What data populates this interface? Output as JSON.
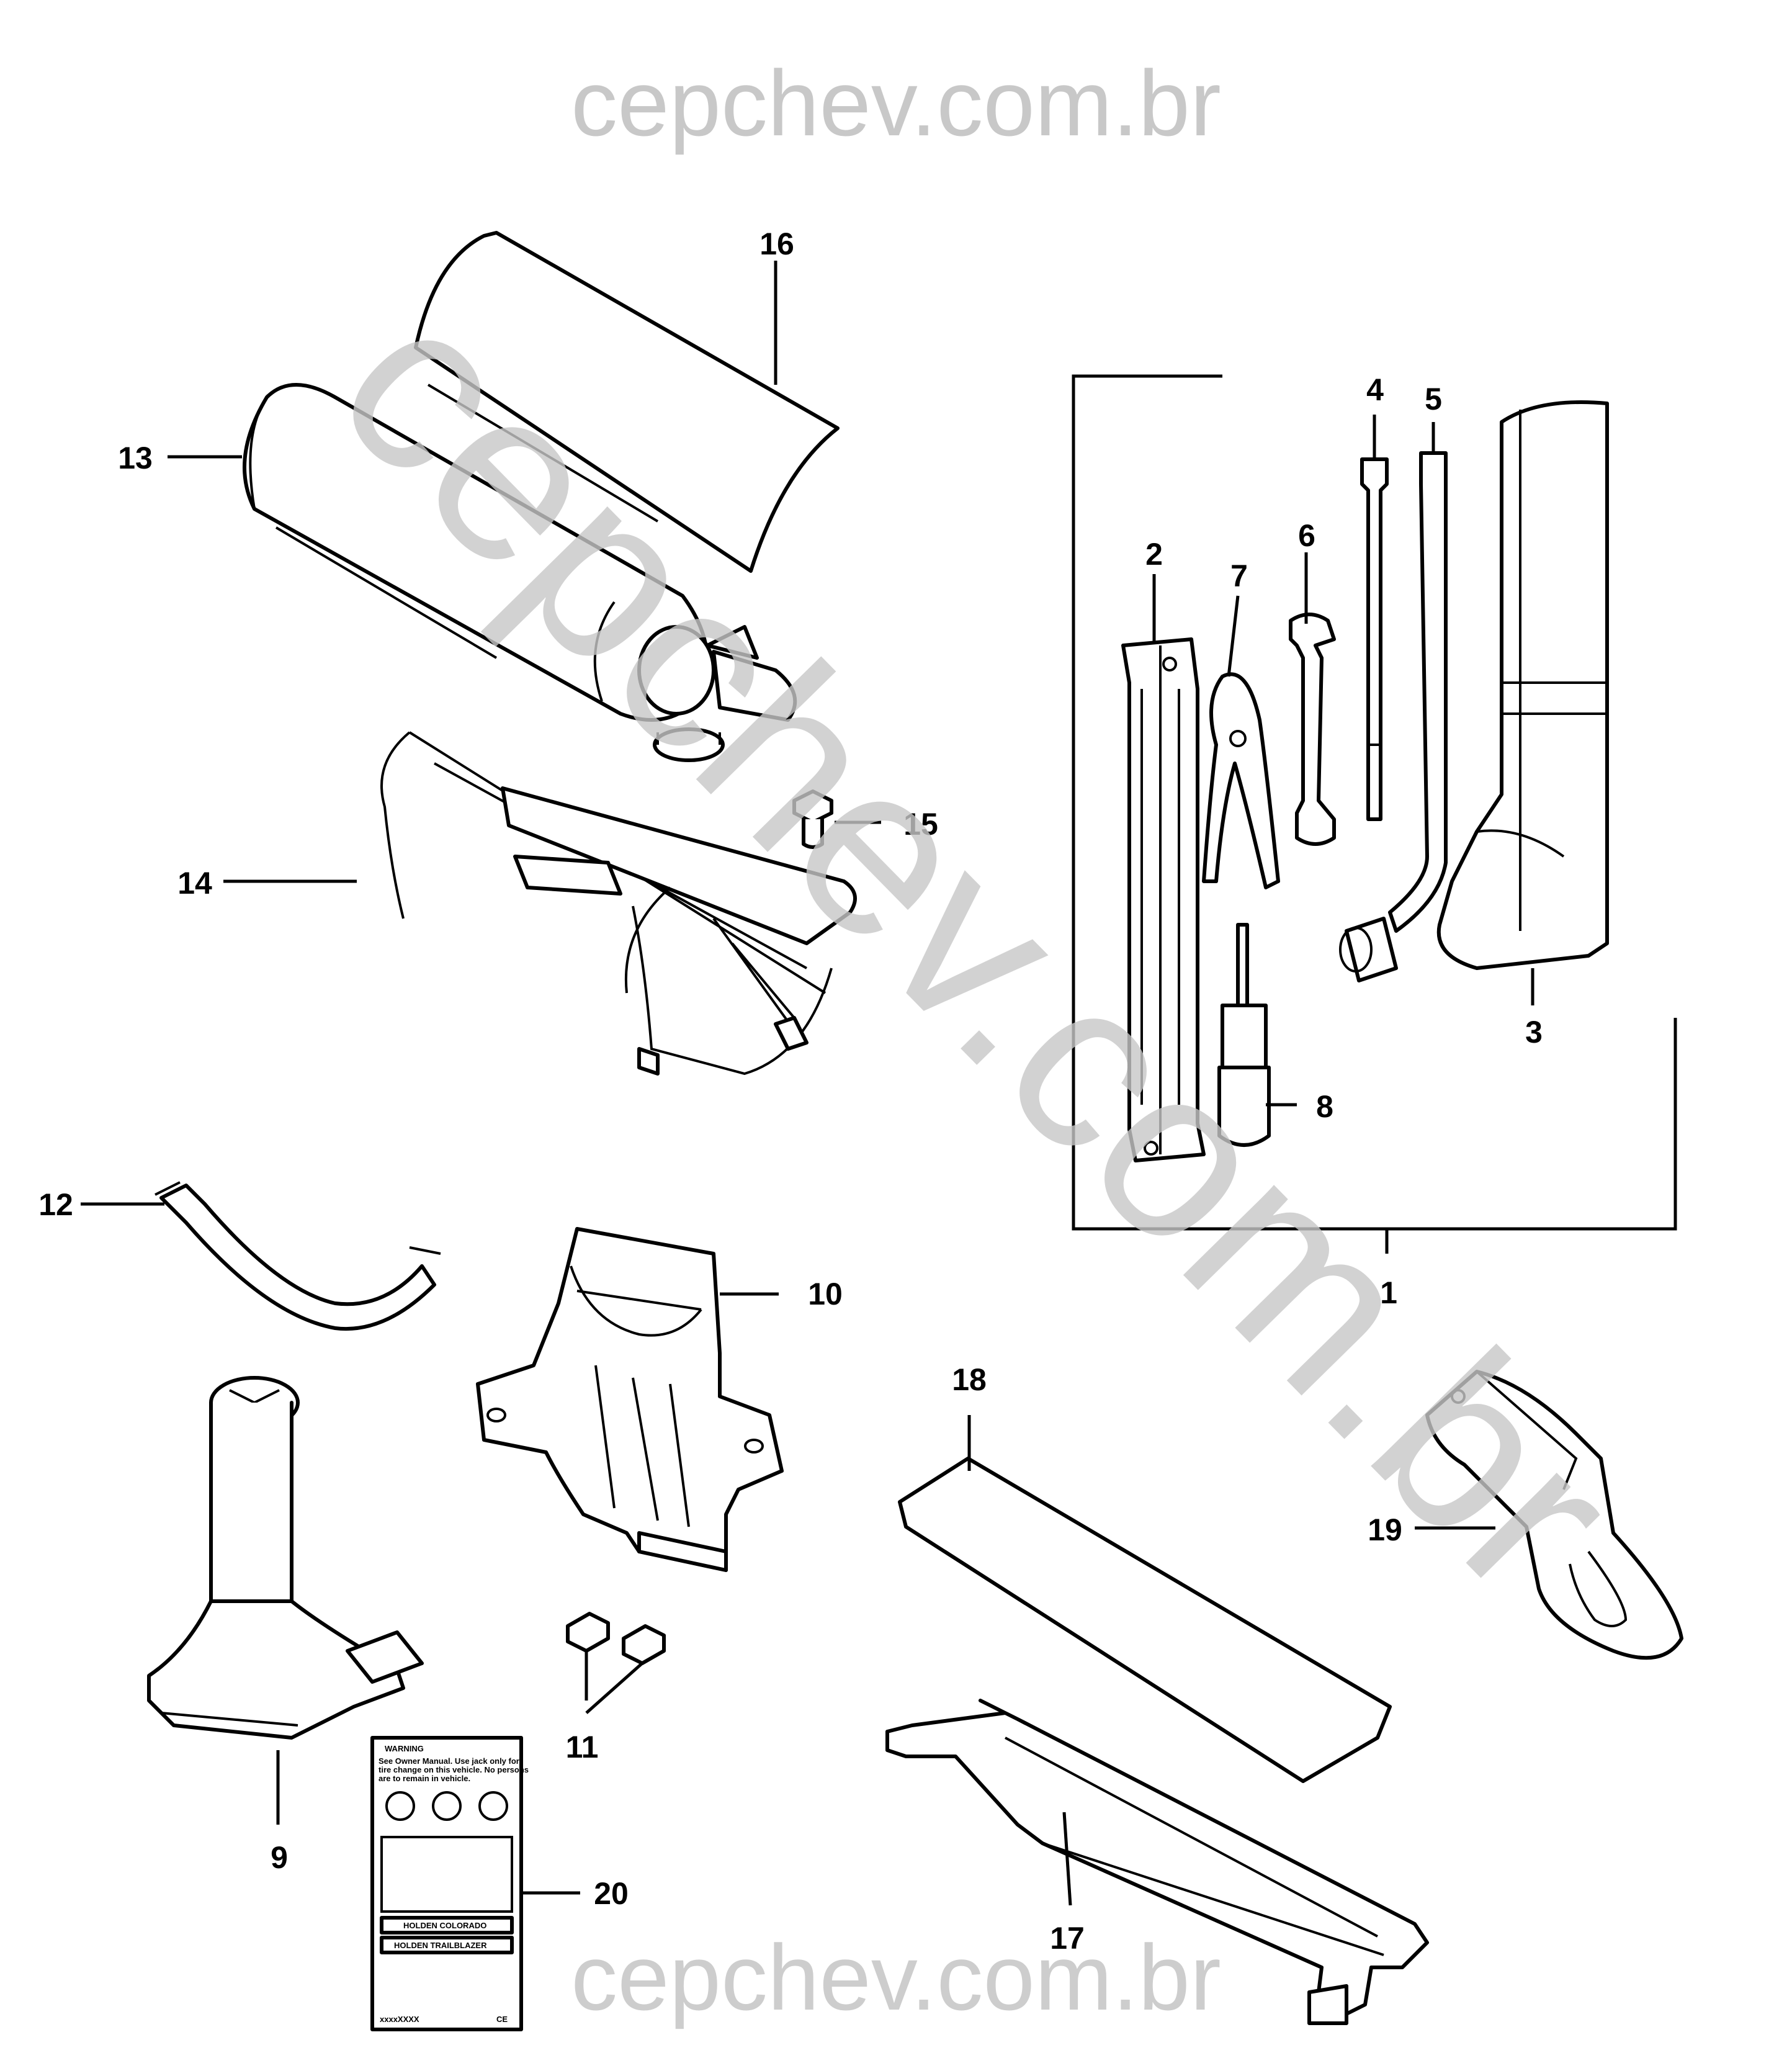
{
  "watermark": {
    "top": "cepchev.com.br",
    "diagonal": "cepchev.com.br",
    "bottom": "cepchev.com.br"
  },
  "callouts": {
    "c1": "1",
    "c2": "2",
    "c3": "3",
    "c4": "4",
    "c5": "5",
    "c6": "6",
    "c7": "7",
    "c8": "8",
    "c9": "9",
    "c10": "10",
    "c11": "11",
    "c12": "12",
    "c13": "13",
    "c14": "14",
    "c15": "15",
    "c16": "16",
    "c17": "17",
    "c18": "18",
    "c19": "19",
    "c20": "20"
  },
  "label": {
    "warning": "WARNING",
    "line1": "See Owner Manual. Use jack only for",
    "line2": "tire change on this vehicle. No persons",
    "line3": "are to remain in vehicle.",
    "model1": "HOLDEN COLORADO",
    "model2": "HOLDEN TRAILBLAZER",
    "part_no": "xxxxXXXX",
    "marks": "CE"
  }
}
